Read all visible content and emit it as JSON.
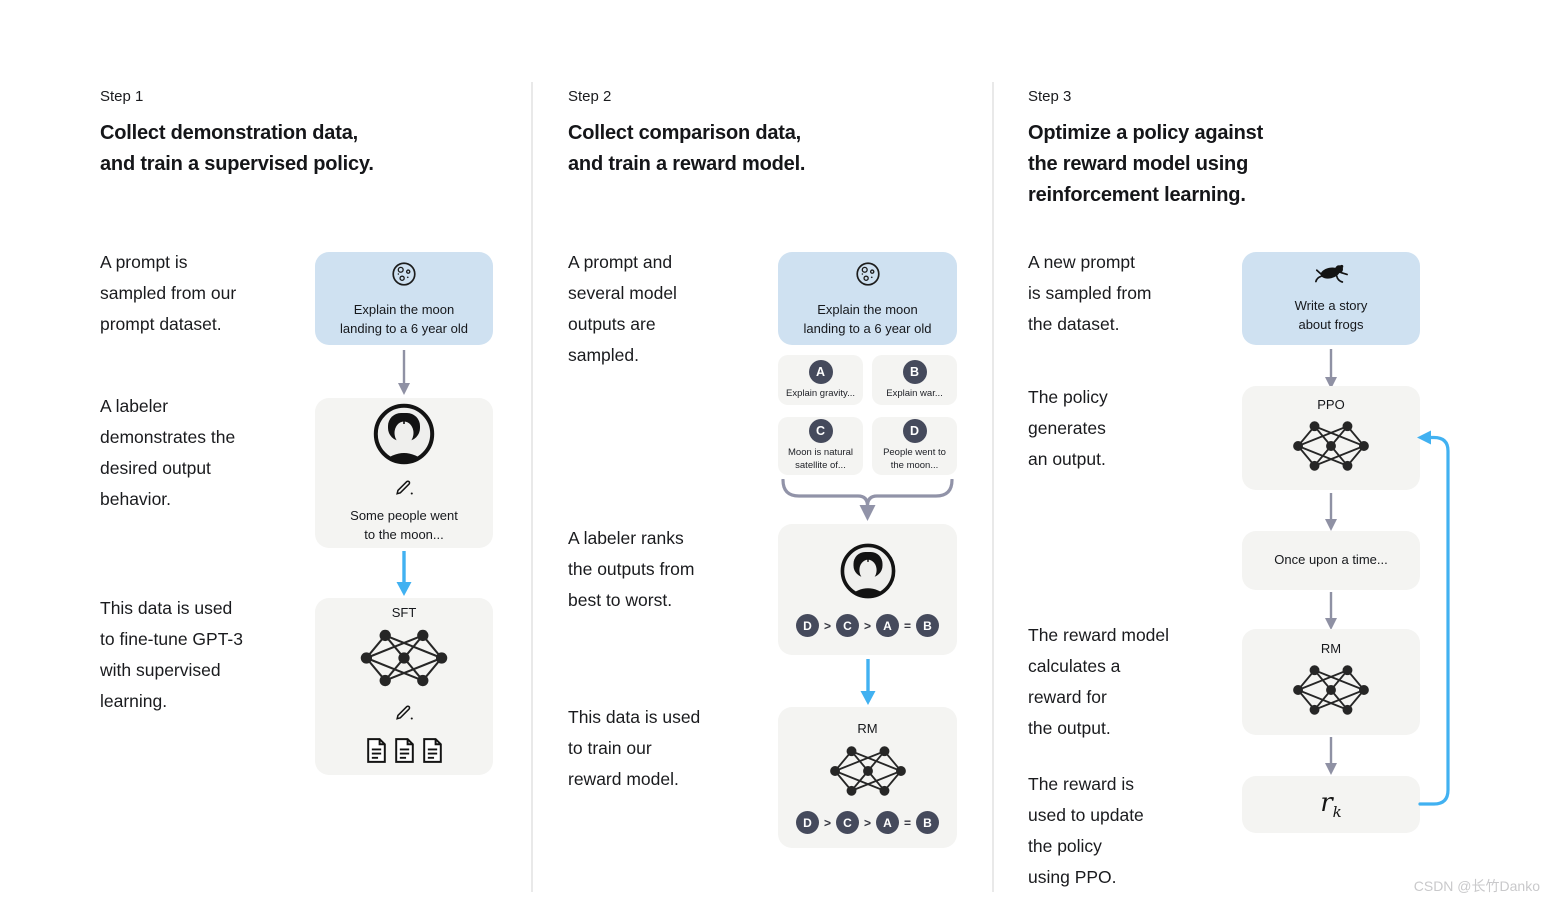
{
  "watermark": "CSDN @长竹Danko",
  "colors": {
    "prompt_box_bg": "#cfe1f1",
    "panel_bg": "#f4f4f2",
    "badge_bg": "#454a5c",
    "arrow_gray": "#8f91a4",
    "arrow_blue": "#41b1f1",
    "text": "#1a1b1e",
    "divider": "#e9e9e9",
    "watermark": "#c9c9cb"
  },
  "step1": {
    "label": "Step 1",
    "title": "Collect demonstration data,\nand train a supervised policy.",
    "captions": {
      "prompt": "A prompt is\nsampled from our\nprompt dataset.",
      "labeler": "A labeler\ndemonstrates the\ndesired output\nbehavior.",
      "data": "This data is used\nto fine-tune GPT-3\nwith supervised\nlearning."
    },
    "prompt_box": {
      "icon": "moon-icon",
      "text": "Explain the moon\nlanding to a 6 year old"
    },
    "labeler_box": {
      "icon": "labeler-avatar-icon",
      "pencil": "pencil-icon",
      "output": "Some people went\nto the moon..."
    },
    "sft_box": {
      "label": "SFT",
      "icon": "neural-network-icon",
      "docs_icon": "document-icon"
    }
  },
  "step2": {
    "label": "Step 2",
    "title": "Collect comparison data,\nand train a reward model.",
    "captions": {
      "prompt": "A prompt and\nseveral model\noutputs are\nsampled.",
      "rank": "A labeler ranks\nthe outputs from\nbest to worst.",
      "data": "This data is used\nto train our\nreward model."
    },
    "prompt_box": {
      "icon": "moon-icon",
      "text": "Explain the moon\nlanding to a 6 year old"
    },
    "outputs": [
      {
        "id": "A",
        "text": "Explain gravity..."
      },
      {
        "id": "B",
        "text": "Explain war..."
      },
      {
        "id": "C",
        "text": "Moon is natural\nsatellite of..."
      },
      {
        "id": "D",
        "text": "People went to\nthe moon..."
      }
    ],
    "ranking": [
      "D",
      ">",
      "C",
      ">",
      "A",
      "=",
      "B"
    ],
    "rm_box": {
      "label": "RM",
      "icon": "neural-network-icon"
    }
  },
  "step3": {
    "label": "Step 3",
    "title": "Optimize a policy against\nthe reward model using\nreinforcement learning.",
    "captions": {
      "prompt": "A new prompt\nis sampled from\nthe dataset.",
      "policy": "The policy\ngenerates\nan output.",
      "reward": "The reward model\ncalculates a\nreward for\nthe output.",
      "update": "The reward is\nused to update\nthe policy\nusing PPO."
    },
    "prompt_box": {
      "icon": "frog-icon",
      "text": "Write a story\nabout frogs"
    },
    "ppo_box": {
      "label": "PPO",
      "icon": "neural-network-icon"
    },
    "output_box": {
      "text": "Once upon a time..."
    },
    "rm_box": {
      "label": "RM",
      "icon": "neural-network-icon"
    },
    "reward_box": {
      "base": "r",
      "sub": "k"
    }
  }
}
